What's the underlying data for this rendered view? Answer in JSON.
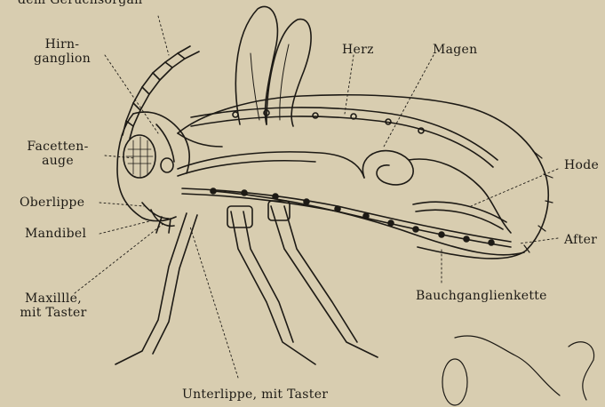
{
  "colors": {
    "paper": "#d8cdb0",
    "ink": "#1d1a15"
  },
  "labels": {
    "top_clipped": "dem Geruchsorgan",
    "hirnganglion": [
      "Hirn-",
      "ganglion"
    ],
    "herz": "Herz",
    "magen": "Magen",
    "facettenauge": [
      "Facetten-",
      "auge"
    ],
    "hode": "Hode",
    "oberlippe": "Oberlippe",
    "mandibel": "Mandibel",
    "after": "After",
    "maxille": [
      "Maxillle,",
      "mit Taster"
    ],
    "bauchganglienkette": "Bauchganglienkette",
    "unterlippe": "Unterlippe, mit Taster"
  }
}
